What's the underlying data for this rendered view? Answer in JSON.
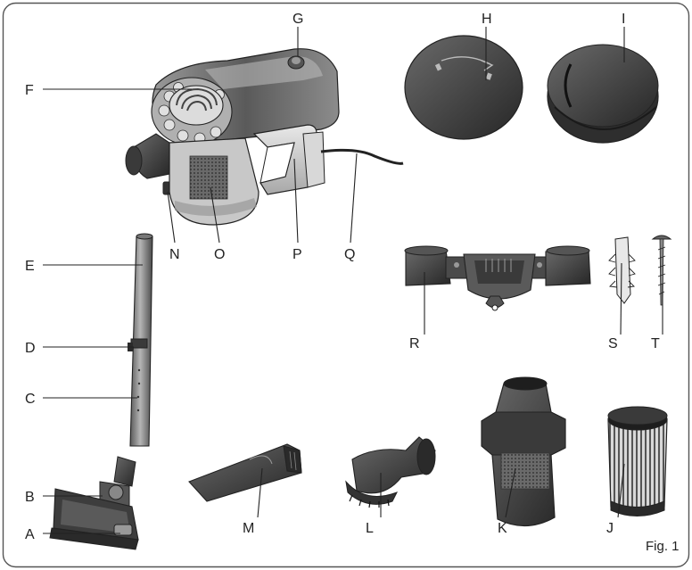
{
  "figure": {
    "caption": "Fig. 1"
  },
  "labels": {
    "A": "A",
    "B": "B",
    "C": "C",
    "D": "D",
    "E": "E",
    "F": "F",
    "G": "G",
    "H": "H",
    "I": "I",
    "J": "J",
    "K": "K",
    "L": "L",
    "M": "M",
    "N": "N",
    "O": "O",
    "P": "P",
    "Q": "Q",
    "R": "R",
    "S": "S",
    "T": "T"
  },
  "colors": {
    "outline": "#222222",
    "dark_part": "#3d3d3d",
    "mid_part": "#7a7a7a",
    "light_part": "#c9c9c9",
    "frame": "#555555"
  }
}
